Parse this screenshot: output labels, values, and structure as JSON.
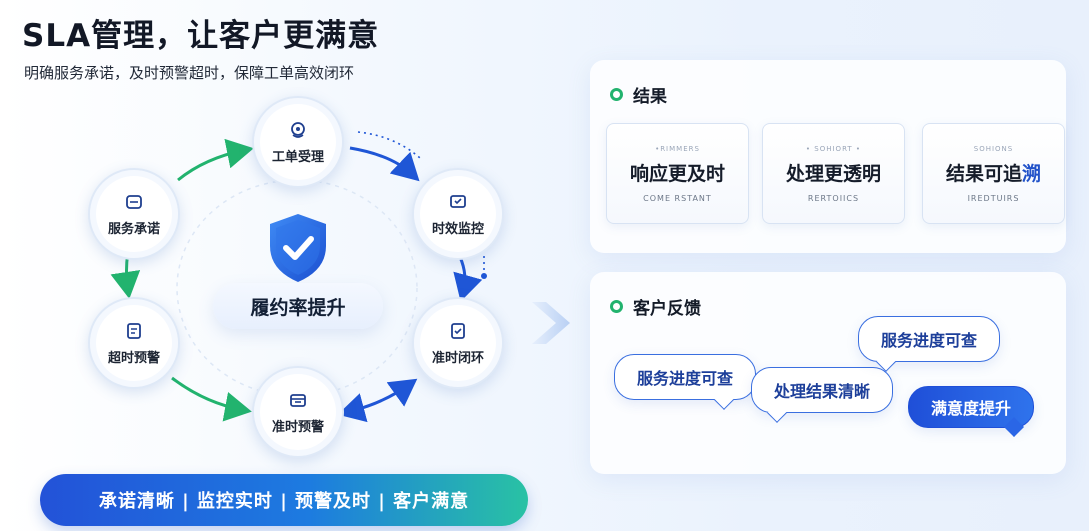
{
  "header": {
    "title": "SLA管理，让客户更满意",
    "subtitle": "明确服务承诺，及时预警超时，保障工单高效闭环"
  },
  "cycle": {
    "center_label": "履约率提升",
    "nodes": [
      {
        "label": "工单受理",
        "icon": "headset-icon"
      },
      {
        "label": "时效监控",
        "icon": "monitor-icon"
      },
      {
        "label": "准时闭环",
        "icon": "closed-loop-icon"
      },
      {
        "label": "准时预警",
        "icon": "alert-box-icon"
      },
      {
        "label": "超时预警",
        "icon": "document-icon"
      },
      {
        "label": "服务承诺",
        "icon": "service-card-icon"
      }
    ]
  },
  "banner": {
    "text": "承诺清晰 | 监控实时 | 预警及时 | 客户满意"
  },
  "results": {
    "title": "结果",
    "cards": [
      {
        "tiny": "•RIMMERS",
        "main": "响应更及时",
        "sub": "COME RSTANT"
      },
      {
        "tiny": "• SOHIORT •",
        "main": "处理更透明",
        "sub": "RERTOIICS"
      },
      {
        "tiny": "SOHIONS",
        "main_a": "结果可追",
        "main_b": "溯",
        "sub": "IREDTUIRS"
      }
    ]
  },
  "feedback": {
    "title": "客户反馈",
    "bubbles": [
      "服务进度可查",
      "处理结果清晰",
      "服务进度可查",
      "满意度提升"
    ]
  },
  "colors": {
    "accent_blue": "#2152c9",
    "accent_green": "#22b36e"
  }
}
